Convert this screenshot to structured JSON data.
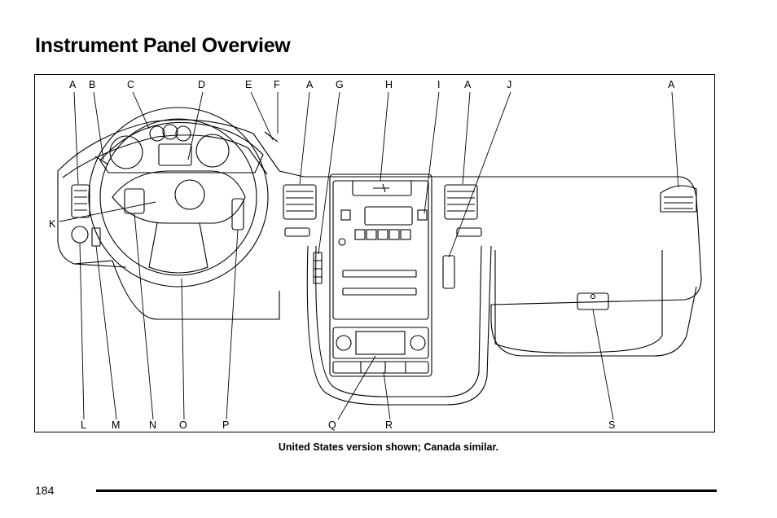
{
  "page": {
    "title": "Instrument Panel Overview",
    "caption": "United States version shown; Canada similar.",
    "page_number": "184"
  },
  "figure": {
    "callouts_top": [
      "A",
      "B",
      "C",
      "D",
      "E",
      "F",
      "A",
      "G",
      "H",
      "I",
      "A",
      "J",
      "A"
    ],
    "callouts_left": [
      "K"
    ],
    "callouts_bottom": [
      "L",
      "M",
      "N",
      "O",
      "P",
      "Q",
      "R",
      "S"
    ]
  }
}
